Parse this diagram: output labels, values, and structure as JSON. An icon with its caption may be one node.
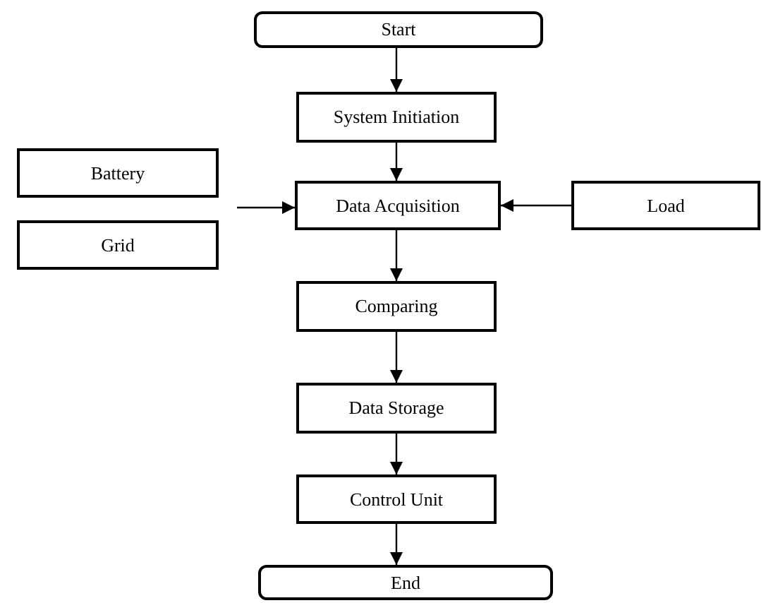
{
  "diagram": {
    "nodes": [
      {
        "text": [
          "Start"
        ]
      },
      {
        "text": [
          "System Initiation"
        ]
      },
      {
        "text": [
          "Battery"
        ]
      },
      {
        "text": [
          "Data Acquisition"
        ]
      },
      {
        "text": [
          "Load"
        ]
      },
      {
        "text": [
          "Grid"
        ]
      },
      {
        "text": [
          "Comparing"
        ]
      },
      {
        "text": [
          "Data Storage"
        ]
      },
      {
        "text": [
          "Control Unit"
        ]
      },
      {
        "text": [
          "End"
        ]
      }
    ],
    "edges": [
      {
        "from": 0,
        "to": 1,
        "arrow": "to"
      },
      {
        "from": 1,
        "to": 3,
        "arrow": "to"
      },
      {
        "from": null,
        "to": 3,
        "arrow": "to"
      },
      {
        "from": 4,
        "to": 3,
        "arrow": "to"
      },
      {
        "from": 3,
        "to": 6,
        "arrow": "to"
      },
      {
        "from": 6,
        "to": 7,
        "arrow": "to"
      },
      {
        "from": 7,
        "to": 8,
        "arrow": "to"
      },
      {
        "from": 8,
        "to": 9,
        "arrow": "to"
      }
    ]
  }
}
